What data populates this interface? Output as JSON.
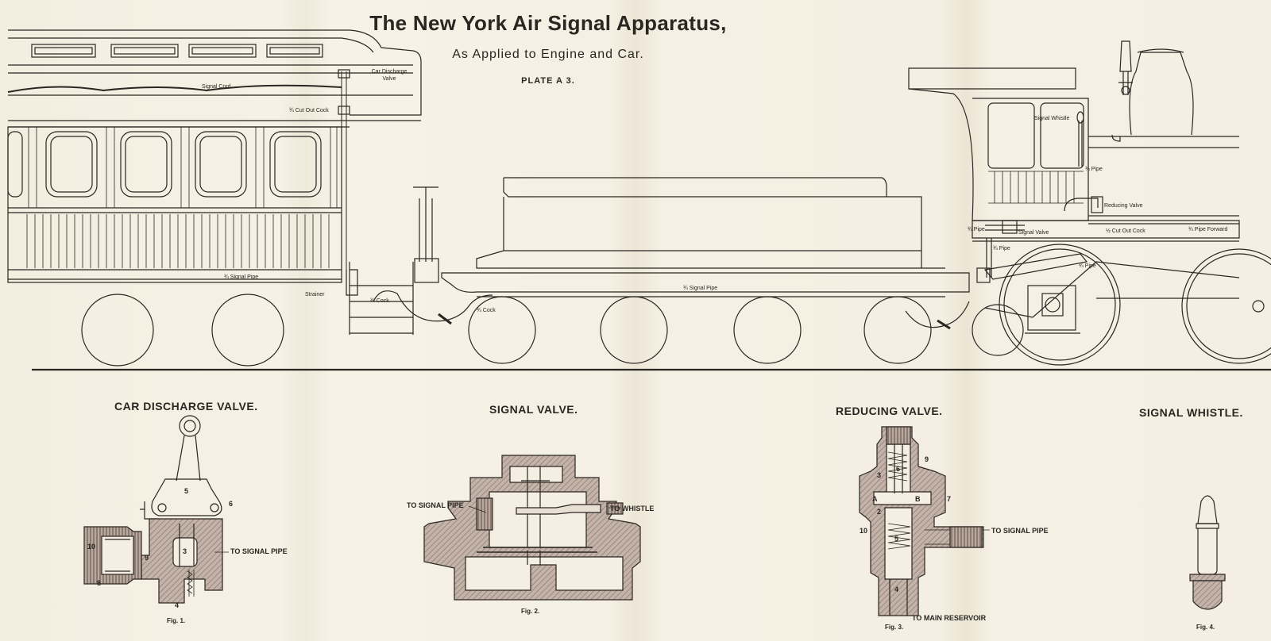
{
  "header": {
    "title": "The New York Air Signal Apparatus,",
    "subtitle": "As Applied to Engine and Car.",
    "plate": "PLATE A 3."
  },
  "train_labels": {
    "signal_cord": "Signal Cord",
    "car_discharge_valve": "Car Discharge Valve",
    "cut_out_cock_car": "¾ Cut Out Cock",
    "signal_pipe_car": "¾ Signal Pipe",
    "strainer": "Strainer",
    "cock_1": "¾ Cock",
    "cock_2": "¾ Cock",
    "signal_pipe_tender": "¾ Signal Pipe",
    "signal_whistle": "Signal Whistle",
    "pipe_cab": "¾ Pipe",
    "reducing_valve": "Reducing Valve",
    "pipe_left": "¾ Pipe",
    "signal_valve": "Signal Valve",
    "cut_out_cock_engine": "½ Cut Out Cock",
    "pipe_forward": "¾ Pipe Forward",
    "pipe_lower": "¾ Pipe",
    "pipe_diag": "¾ Pipe"
  },
  "details": {
    "fig1": {
      "heading": "CAR DISCHARGE VALVE.",
      "caption": "Fig. 1.",
      "to_signal_pipe": "TO SIGNAL PIPE",
      "n5": "5",
      "n6": "6",
      "n3": "3",
      "n10": "10",
      "n9": "9",
      "n8": "8",
      "n4": "4"
    },
    "fig2": {
      "heading": "SIGNAL VALVE.",
      "caption": "Fig. 2.",
      "to_signal_pipe": "TO SIGNAL PIPE",
      "to_whistle": "TO WHISTLE"
    },
    "fig3": {
      "heading": "REDUCING VALVE.",
      "caption": "Fig. 3.",
      "to_signal_pipe": "TO SIGNAL PIPE",
      "to_main_reservoir": "TO MAIN RESERVOIR",
      "n9": "9",
      "n6": "6",
      "n3": "3",
      "n7": "7",
      "nA": "A",
      "nB": "B",
      "n2": "2",
      "n10": "10",
      "n5": "5",
      "n4": "4"
    },
    "fig4": {
      "heading": "SIGNAL WHISTLE.",
      "caption": "Fig. 4."
    }
  },
  "colors": {
    "ink": "#2a2622",
    "paper": "#f4efe2",
    "section_fill": "#b9a89d",
    "section_dark": "#8b776c"
  }
}
